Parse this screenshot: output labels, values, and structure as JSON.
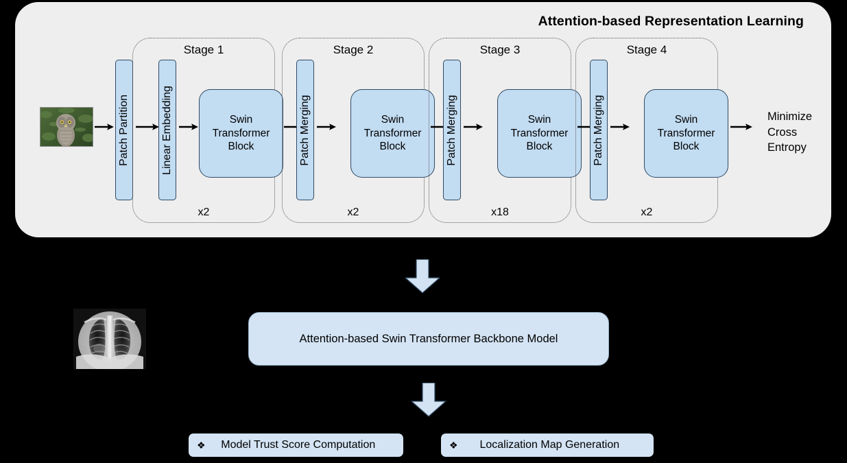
{
  "panel": {
    "title": "Attention-based Representation Learning"
  },
  "pipeline": {
    "input_image": "owl-photograph",
    "patch_partition": "Patch Partition",
    "loss_lines": [
      "Minimize",
      "Cross",
      "Entropy"
    ],
    "stages": [
      {
        "label": "Stage 1",
        "entry_bar": "Linear Embedding",
        "block": "Swin\nTransformer\nBlock",
        "block_lines": [
          "Swin",
          "Transformer",
          "Block"
        ],
        "multiplier": "x2"
      },
      {
        "label": "Stage 2",
        "entry_bar": "Patch Merging",
        "block_lines": [
          "Swin",
          "Transformer",
          "Block"
        ],
        "multiplier": "x2"
      },
      {
        "label": "Stage 3",
        "entry_bar": "Patch Merging",
        "block_lines": [
          "Swin",
          "Transformer",
          "Block"
        ],
        "multiplier": "x18"
      },
      {
        "label": "Stage 4",
        "entry_bar": "Patch Merging",
        "block_lines": [
          "Swin",
          "Transformer",
          "Block"
        ],
        "multiplier": "x2"
      }
    ]
  },
  "downstream": {
    "xray_image": "chest-xray-image",
    "backbone_label": "Attention-based Swin Transformer Backbone Model",
    "tasks": [
      {
        "bullet": "❖",
        "label": "Model Trust Score Computation"
      },
      {
        "bullet": "❖",
        "label": "Localization Map Generation"
      }
    ]
  },
  "colors": {
    "background": "#000000",
    "panel": "#eeeeee",
    "block_fill": "#c2dcf2",
    "block_stroke": "#2f4a63",
    "soft_fill": "#d4e4f4",
    "arrow_fill": "#d3e3f3",
    "arrow_stroke": "#2f4a63"
  }
}
